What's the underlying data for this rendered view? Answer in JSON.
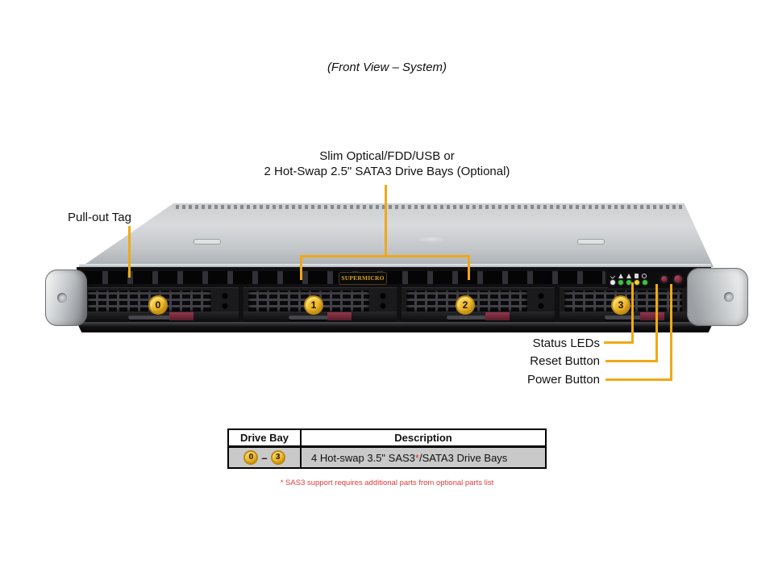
{
  "title": "(Front View – System)",
  "colors": {
    "callout_line": "#EFA917",
    "bay_badge": "#F2BC2B",
    "bay_badge_ring": "#BD8A0C",
    "footnote_red": "#E03A3A",
    "table_row_gray": "#C9C9C9",
    "latch_maroon": "#7A2638"
  },
  "callouts": {
    "optical_line1": "Slim Optical/FDD/USB or",
    "optical_line2": "2 Hot-Swap 2.5\" SATA3 Drive Bays (Optional)",
    "pullout_tag": "Pull-out Tag",
    "status_leds": "Status LEDs",
    "reset_button": "Reset Button",
    "power_button": "Power Button"
  },
  "server": {
    "brand": "SUPERMICRO",
    "drive_bay_numbers": [
      "0",
      "1",
      "2",
      "3"
    ],
    "control_panel": {
      "icon_names": [
        "info-icon",
        "nic-activity-icon",
        "overheat-warning-icon",
        "hdd-activity-icon",
        "power-icon"
      ],
      "led_colors": [
        "#E8E8E8",
        "#37C837",
        "#37C837",
        "#EFD329",
        "#37C837"
      ]
    }
  },
  "table": {
    "headers": [
      "Drive Bay",
      "Description"
    ],
    "row": {
      "bay_start": "0",
      "dash": "–",
      "bay_end": "3",
      "desc_before": "4 Hot-swap 3.5\" SAS3",
      "desc_asterisk": "*",
      "desc_after": "/SATA3 Drive Bays"
    }
  },
  "footnote": "* SAS3 support requires additional parts from optional parts list"
}
